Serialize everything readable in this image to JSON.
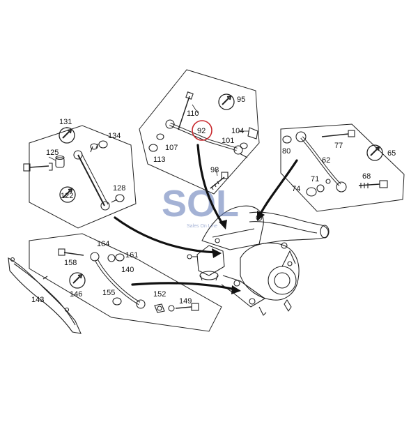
{
  "watermark": {
    "mark": "SOL",
    "tagline": "Sales On Line"
  },
  "callouts": {
    "p131": "131",
    "p134": "134",
    "p125": "125",
    "p122": "122",
    "p128": "128",
    "p95": "95",
    "p110": "110",
    "p92": "92",
    "p104": "104",
    "p107": "107",
    "p101": "101",
    "p113": "113",
    "p98": "98",
    "p80": "80",
    "p77": "77",
    "p65": "65",
    "p62": "62",
    "p68": "68",
    "p71": "71",
    "p74": "74",
    "p164": "164",
    "p158": "158",
    "p161": "161",
    "p140": "140",
    "p146": "146",
    "p143": "143",
    "p155": "155",
    "p152": "152",
    "p149": "149"
  },
  "colors": {
    "highlight_circle": "#c8282d",
    "line": "#222222",
    "watermark": "#5b74b3"
  }
}
